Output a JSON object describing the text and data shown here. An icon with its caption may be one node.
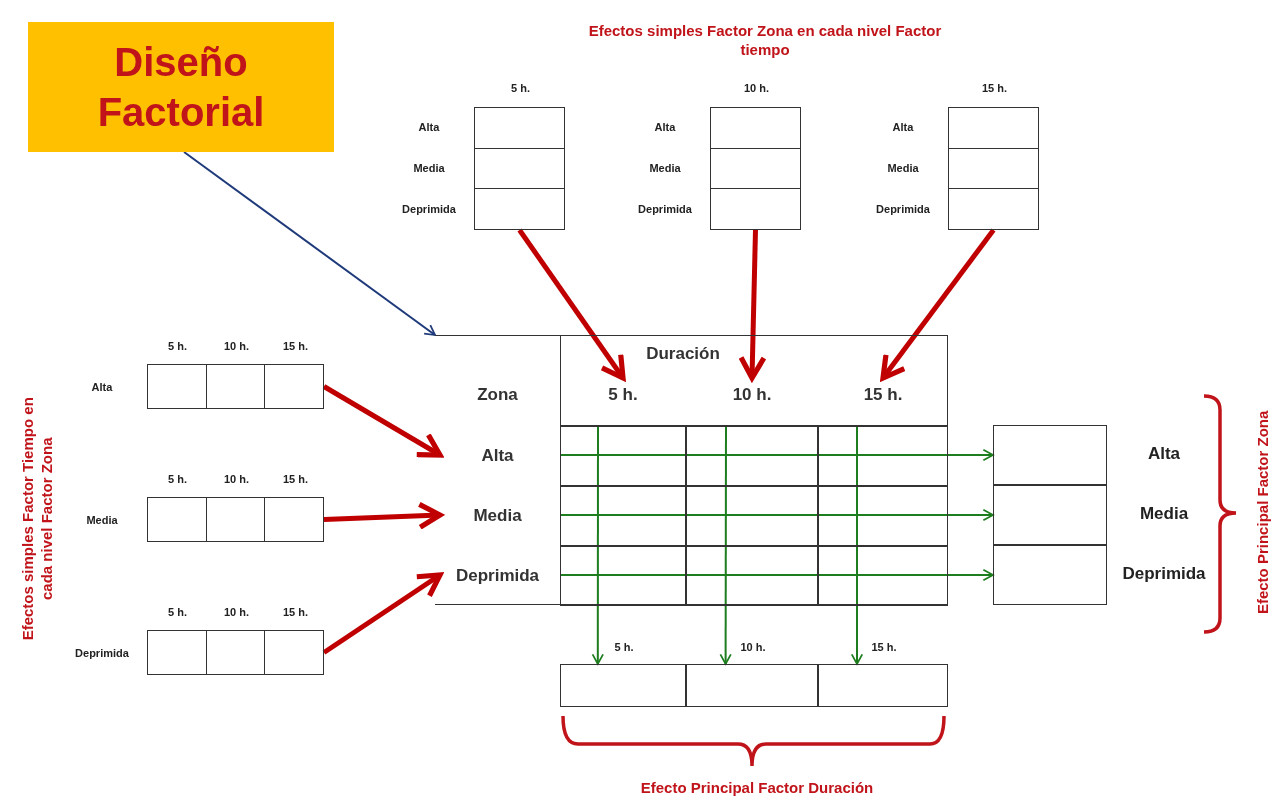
{
  "diagram": {
    "nodes": [
      {
        "text": [
          "Diseño Factorial"
        ]
      },
      {
        "text": [
          "5 h."
        ],
        "beside": [
          "Alta",
          "Media",
          "Deprimida"
        ]
      },
      {
        "text": [
          "10 h."
        ],
        "beside": [
          "Alta",
          "Media",
          "Deprimida"
        ]
      },
      {
        "text": [
          "15 h."
        ],
        "beside": [
          "Alta",
          "Media",
          "Deprimida"
        ]
      },
      {
        "text": [
          "5 h.",
          "10 h.",
          "15 h."
        ],
        "beside": [
          "Alta"
        ]
      },
      {
        "text": [
          "5 h.",
          "10 h.",
          "15 h."
        ],
        "beside": [
          "Media"
        ]
      },
      {
        "text": [
          "5 h.",
          "10 h.",
          "15 h."
        ],
        "beside": [
          "Deprimida"
        ]
      },
      {
        "text": [
          "Duración",
          "Zona"
        ]
      },
      {
        "text": [
          "5 h."
        ],
        "in": 7
      },
      {
        "text": [
          "10 h."
        ],
        "in": 7
      },
      {
        "text": [
          "15 h."
        ],
        "in": 7
      },
      {
        "text": [
          "Alta"
        ],
        "in": 7
      },
      {
        "text": [
          "Media"
        ],
        "in": 7
      },
      {
        "text": [
          "Deprimida"
        ],
        "in": 7
      },
      {
        "text": [],
        "shape": "box",
        "in": 7
      },
      {
        "text": [],
        "shape": "box",
        "beside": [
          "Alta"
        ]
      },
      {
        "text": [],
        "shape": "box",
        "beside": [
          "Media"
        ]
      },
      {
        "text": [],
        "shape": "box",
        "beside": [
          "Deprimida"
        ]
      },
      {
        "text": [],
        "shape": "box",
        "beside": [
          "5 h."
        ]
      },
      {
        "text": [],
        "shape": "box",
        "beside": [
          "10 h."
        ]
      },
      {
        "text": [],
        "shape": "box",
        "beside": [
          "15 h."
        ]
      }
    ],
    "edges": [
      {
        "from": 0,
        "to": 7,
        "arrow": "to",
        "color": "#1f3a7a"
      },
      {
        "from": 1,
        "to": 8,
        "arrow": "to",
        "style": "thick",
        "color": "#c00000"
      },
      {
        "from": 2,
        "to": 9,
        "arrow": "to",
        "style": "thick",
        "color": "#c00000"
      },
      {
        "from": 3,
        "to": 10,
        "arrow": "to",
        "style": "thick",
        "color": "#c00000"
      },
      {
        "from": 4,
        "to": 11,
        "arrow": "to",
        "style": "thick",
        "color": "#c00000"
      },
      {
        "from": 5,
        "to": 12,
        "arrow": "to",
        "style": "thick",
        "color": "#c00000"
      },
      {
        "from": 6,
        "to": 13,
        "arrow": "to",
        "style": "thick",
        "color": "#c00000"
      },
      {
        "from": 14,
        "to": 15,
        "arrow": "to",
        "color": "#1e7d1e"
      },
      {
        "from": 14,
        "to": 16,
        "arrow": "to",
        "color": "#1e7d1e"
      },
      {
        "from": 14,
        "to": 17,
        "arrow": "to",
        "color": "#1e7d1e"
      },
      {
        "from": 14,
        "to": 18,
        "arrow": "to",
        "color": "#1e7d1e"
      },
      {
        "from": 14,
        "to": 19,
        "arrow": "to",
        "color": "#1e7d1e"
      },
      {
        "from": 14,
        "to": 20,
        "arrow": "to",
        "color": "#1e7d1e"
      }
    ],
    "labels": [
      "Efectos simples Factor Zona en cada nivel Factor tiempo",
      "Efectos simples Factor Tiempo en cada nivel Factor Zona",
      "Efecto Principal Factor Zona",
      "Efecto Principal Factor Duración"
    ]
  }
}
